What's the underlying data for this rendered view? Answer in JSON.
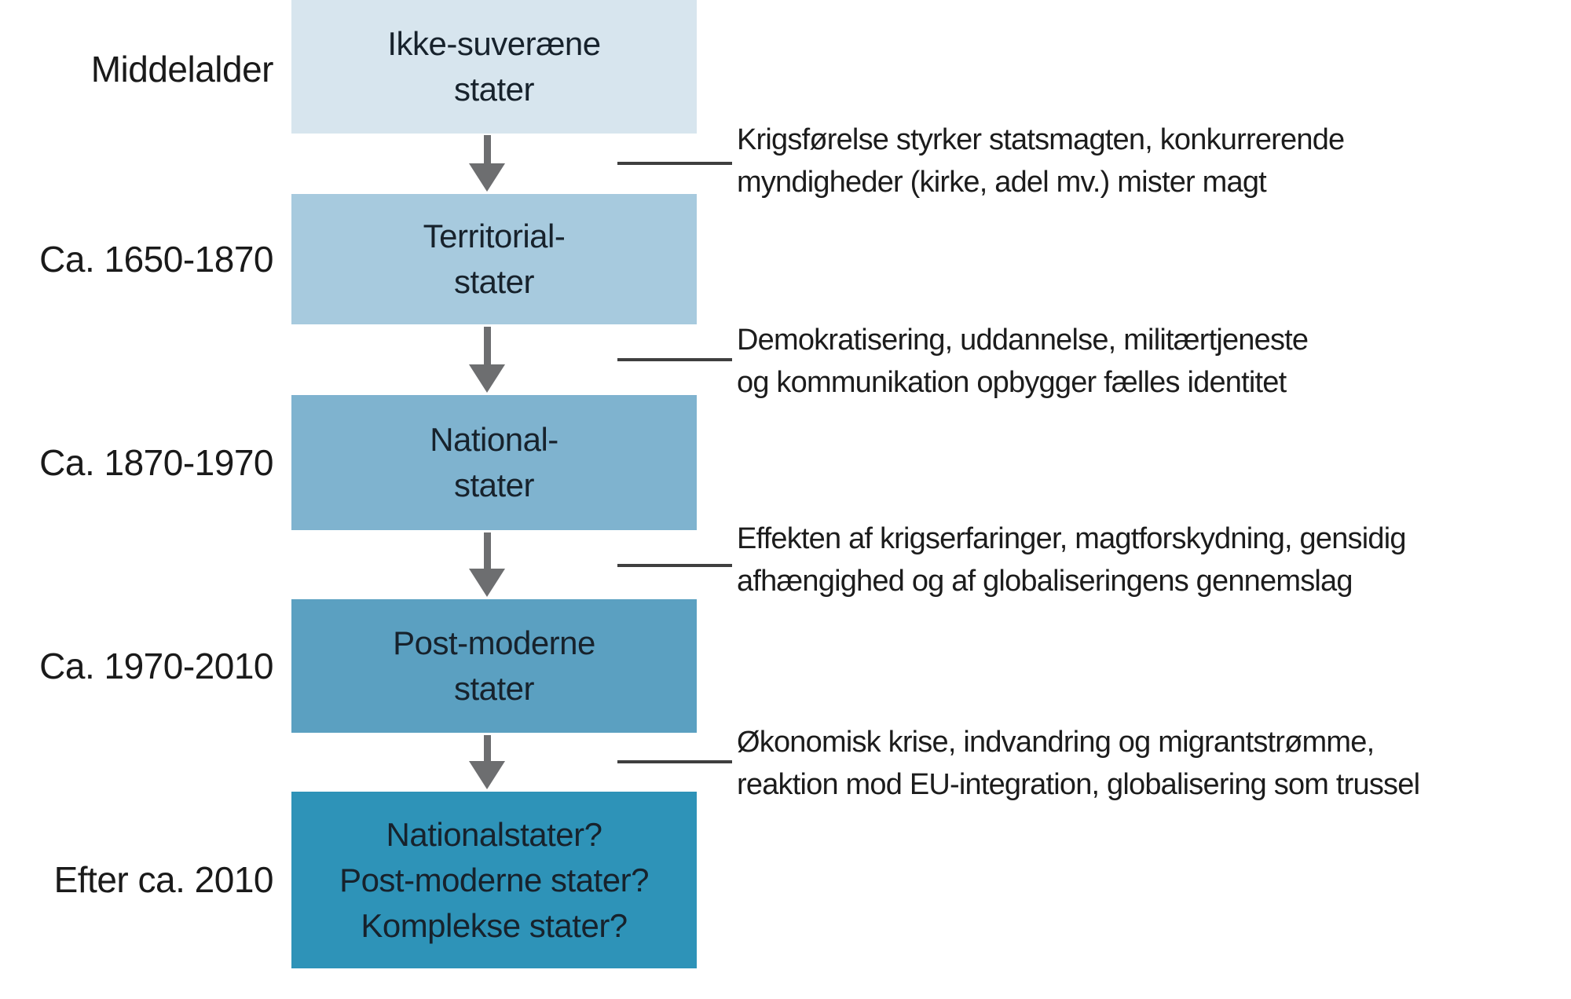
{
  "diagram": {
    "rows": [
      {
        "period": "Middelalder",
        "box_lines": [
          "Ikke-suveræne",
          "stater"
        ],
        "color": "#d7e5ee"
      },
      {
        "period": "Ca. 1650-1870",
        "box_lines": [
          "Territorial-",
          "stater"
        ],
        "color": "#a7cade"
      },
      {
        "period": "Ca. 1870-1970",
        "box_lines": [
          "National-",
          "stater"
        ],
        "color": "#7fb3cf"
      },
      {
        "period": "Ca. 1970-2010",
        "box_lines": [
          "Post-moderne",
          "stater"
        ],
        "color": "#5ba0c1"
      },
      {
        "period": "Efter ca. 2010",
        "box_lines": [
          "Nationalstater?",
          "Post-moderne stater?",
          "Komplekse stater?"
        ],
        "color": "#2e93b8"
      }
    ],
    "transitions": [
      {
        "lines": [
          "Krigsførelse styrker statsmagten, konkurrerende",
          "myndigheder (kirke, adel mv.) mister magt"
        ]
      },
      {
        "lines": [
          "Demokratisering, uddannelse, militærtjeneste",
          "og kommunikation opbygger fælles identitet"
        ]
      },
      {
        "lines": [
          "Effekten af krigserfaringer, magtforskydning, gensidig",
          "afhængighed og af globaliseringens gennemslag"
        ]
      },
      {
        "lines": [
          "Økonomisk krise, indvandring og migrantstrømme,",
          "reaktion mod EU-integration, globalisering som trussel"
        ]
      }
    ],
    "colors": {
      "arrow": "#6d6e70",
      "connector_line": "#3f3f3f",
      "box_text": "#17222c",
      "label_text": "#1a1a1a"
    }
  }
}
